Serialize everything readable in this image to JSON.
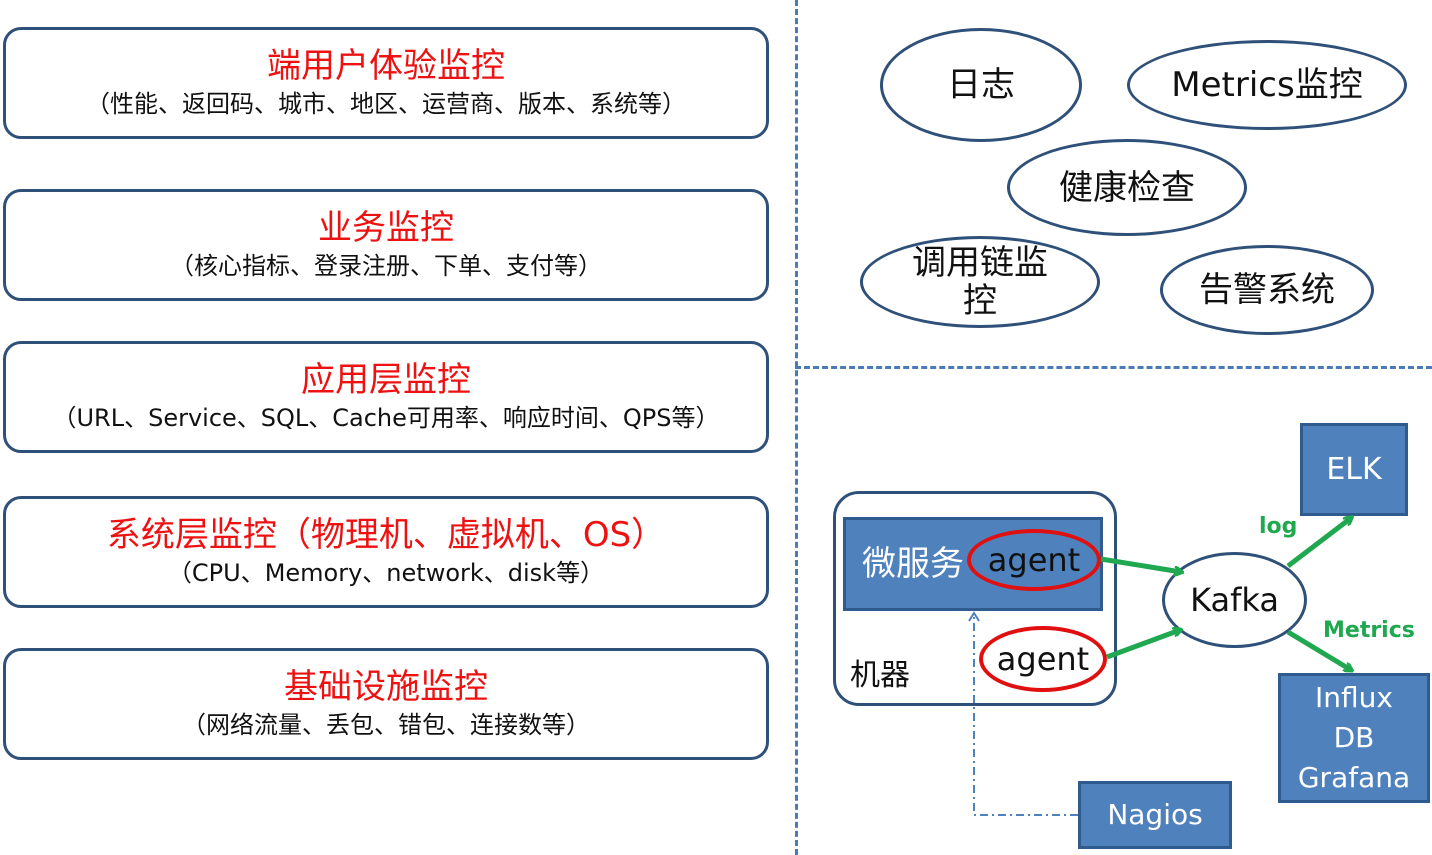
{
  "layers": [
    {
      "title": "端用户体验监控",
      "detail": "（性能、返回码、城市、地区、运营商、版本、系统等）"
    },
    {
      "title": "业务监控",
      "detail": "（核心指标、登录注册、下单、支付等）"
    },
    {
      "title": "应用层监控",
      "detail": "（URL、Service、SQL、Cache可用率、响应时间、QPS等）"
    },
    {
      "title": "系统层监控（物理机、虚拟机、OS）",
      "detail": "（CPU、Memory、network、disk等）"
    },
    {
      "title": "基础设施监控",
      "detail": "（网络流量、丢包、错包、连接数等）"
    }
  ],
  "capabilities": {
    "log": "日志",
    "metrics": "Metrics监控",
    "health": "健康检查",
    "tracing": "调用链监控",
    "alert": "告警系统"
  },
  "architecture": {
    "machine": "机器",
    "service": "微服务",
    "agent_in_service": "agent",
    "agent_on_machine": "agent",
    "kafka": "Kafka",
    "elk": "ELK",
    "influx": "Influx DB Grafana",
    "nagios": "Nagios",
    "edge_log": "log",
    "edge_metrics": "Metrics"
  },
  "colors": {
    "title_red": "#ee1111",
    "box_blue": "#4f81bd",
    "border_navy": "#2f5078",
    "arrow_green": "#1fa84f",
    "agent_red": "#e01010"
  }
}
